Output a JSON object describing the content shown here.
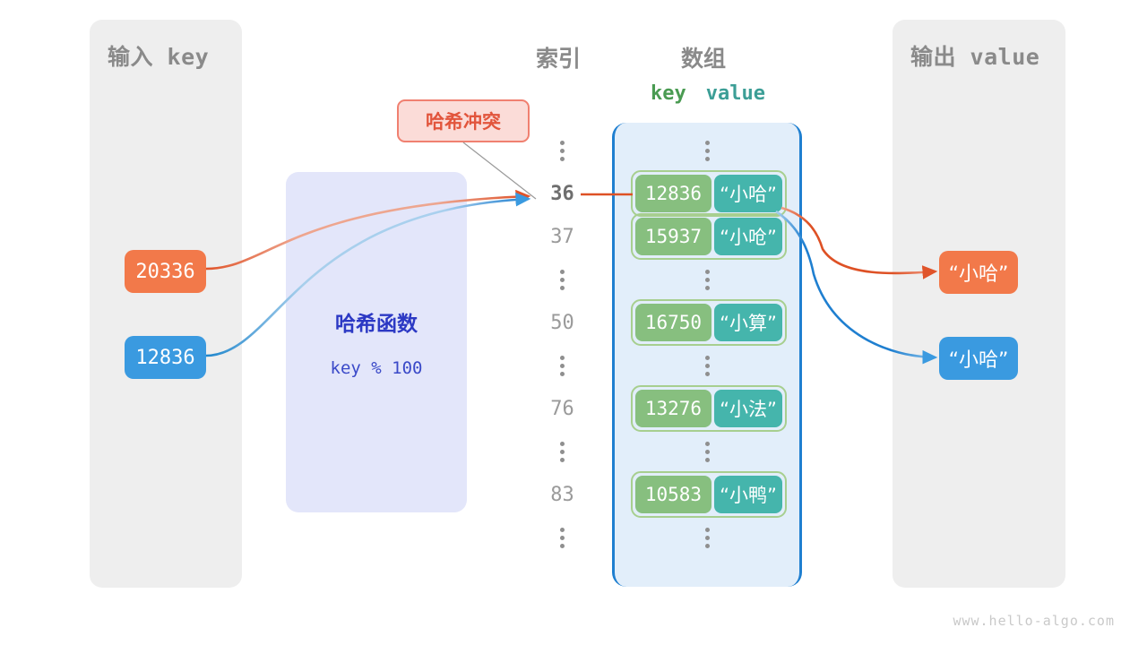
{
  "watermark": "www.hello-algo.com",
  "panels": {
    "input": {
      "title": "输入 key"
    },
    "output": {
      "title": "输出 value"
    }
  },
  "headers": {
    "index": "索引",
    "array": "数组",
    "key": "key",
    "value": "value"
  },
  "hash_function": {
    "title": "哈希函数",
    "formula": "key % 100"
  },
  "collision": {
    "label": "哈希冲突"
  },
  "input_keys": [
    {
      "value": "20336",
      "color": "#f2794a"
    },
    {
      "value": "12836",
      "color": "#3a9ae0"
    }
  ],
  "output_values": [
    {
      "value": "“小哈”",
      "color": "#f2794a"
    },
    {
      "value": "“小哈”",
      "color": "#3a9ae0"
    }
  ],
  "index_column": [
    {
      "label": "⋮",
      "type": "dots",
      "highlight": false
    },
    {
      "label": "36",
      "type": "number",
      "highlight": true
    },
    {
      "label": "37",
      "type": "number",
      "highlight": false
    },
    {
      "label": "⋮",
      "type": "dots",
      "highlight": false
    },
    {
      "label": "50",
      "type": "number",
      "highlight": false
    },
    {
      "label": "⋮",
      "type": "dots",
      "highlight": false
    },
    {
      "label": "76",
      "type": "number",
      "highlight": false
    },
    {
      "label": "⋮",
      "type": "dots",
      "highlight": false
    },
    {
      "label": "83",
      "type": "number",
      "highlight": false
    },
    {
      "label": "⋮",
      "type": "dots",
      "highlight": false
    }
  ],
  "buckets": [
    {
      "key": "12836",
      "value": "“小哈”"
    },
    {
      "key": "15937",
      "value": "“小呛”"
    },
    {
      "key": "16750",
      "value": "“小算”"
    },
    {
      "key": "13276",
      "value": "“小法”"
    },
    {
      "key": "10583",
      "value": "“小鸭”"
    }
  ],
  "colors": {
    "panel_bg": "#eeeeee",
    "hash_bg": "#e3e6fa",
    "hash_text": "#2c39c4",
    "array_bg": "#e2eefa",
    "array_border": "#1f7fd0",
    "cell_key_bg": "#87bf7f",
    "cell_val_bg": "#45b5ac",
    "bucket_border": "#a7cf8f",
    "collision_bg": "#fbdcd8",
    "collision_border": "#f08070",
    "collision_text": "#e2553c",
    "orange": "#f2794a",
    "blue": "#3a9ae0",
    "key_header": "#4a9b52",
    "value_header": "#3c9e96"
  }
}
